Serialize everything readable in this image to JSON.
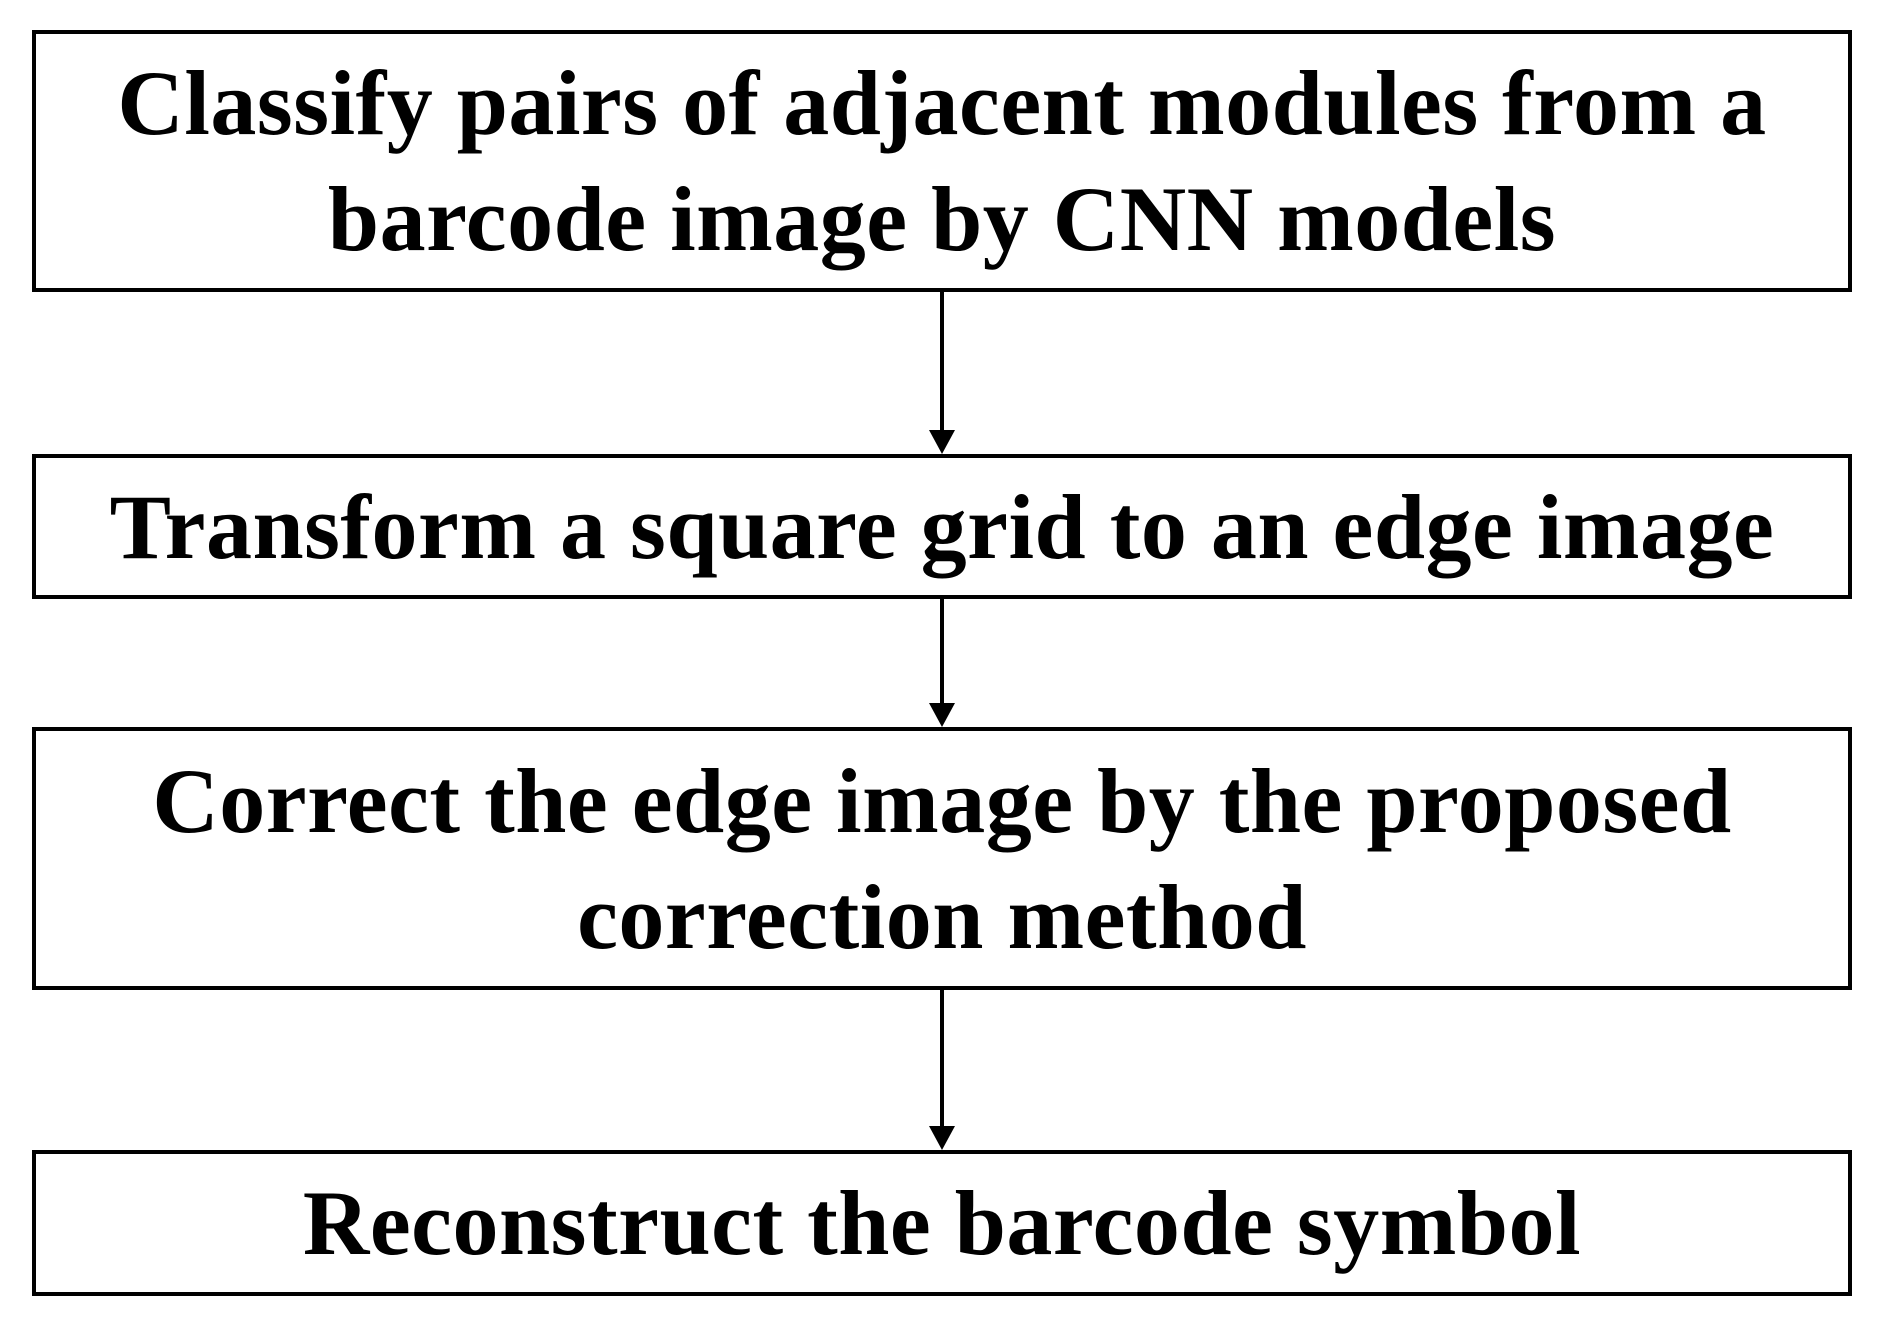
{
  "flowchart": {
    "steps": [
      {
        "label": "Classify pairs of adjacent modules from a\nbarcode image by CNN models"
      },
      {
        "label": "Transform a square grid to an edge image"
      },
      {
        "label": "Correct the edge image by the proposed\ncorrection method"
      },
      {
        "label": "Reconstruct the barcode symbol"
      }
    ],
    "colors": {
      "border": "#000000",
      "text": "#000000",
      "background": "#ffffff"
    }
  }
}
